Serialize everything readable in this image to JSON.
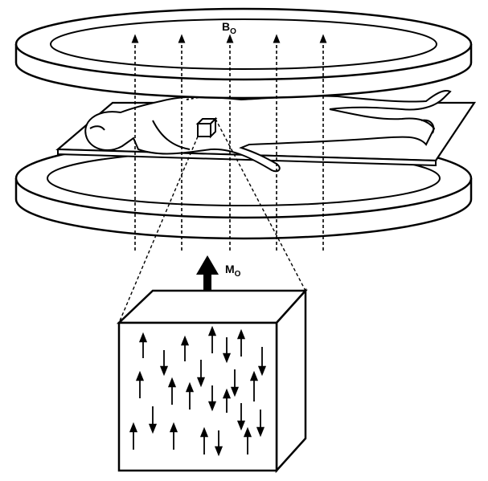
{
  "labels": {
    "field_main": "B",
    "field_sub": "O",
    "magnetization_main": "M",
    "magnetization_sub": "O"
  },
  "colors": {
    "ink": "#000000",
    "paper": "#ffffff"
  },
  "icons": {
    "field_lines": "dashed-up-arrow-icon",
    "net_magnetization": "thick-up-arrow-icon",
    "proton_spins": "small-spin-arrow-icon"
  }
}
